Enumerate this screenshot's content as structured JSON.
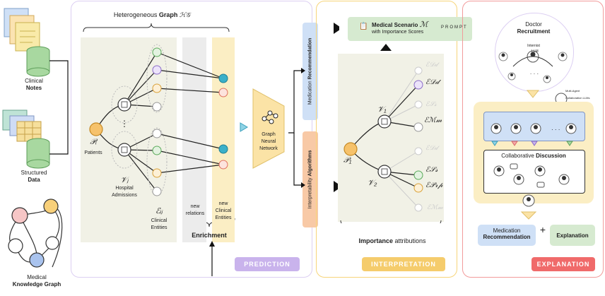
{
  "inputs": {
    "clinical_notes": {
      "line1": "Clinical",
      "line2": "Notes"
    },
    "structured_data": {
      "line1": "Structured",
      "line2": "Data"
    },
    "knowledge_graph": {
      "line1": "Medical",
      "line2": "Knowledge Graph"
    }
  },
  "prediction": {
    "title_prefix": "Heterogeneous ",
    "title_bold": "Graph",
    "title_math": " ℋ𝒢",
    "patients_symbol": "𝒫ᵢ",
    "patients_label": "Patients",
    "admissions_symbol": "𝒱ⱼ",
    "admissions_label": "Hospital Admissions",
    "entities_symbol": "ℰᵢⱼ",
    "entities_label": "Clinical Entities",
    "new_relations": "new relations",
    "new_entities": "new Clinical Entities",
    "enrichment": "Enrichment",
    "gnn_label": "Graph Neural Network",
    "dots": "⋮",
    "tag": "PREDICTION",
    "tag_color": "#c9b3ec"
  },
  "side_boxes": {
    "medication_prefix": "Medication ",
    "medication_bold": "Recommendation",
    "interpretability_prefix": "Interpretability ",
    "interpretability_bold": "Algorithms"
  },
  "interpretation": {
    "scenario_bold": "Medical Scenario ",
    "scenario_math": "ℳ",
    "scenario_sub": "with Importance Scores",
    "prompt": "PROMPT",
    "p1": "𝒫₁",
    "v1": "𝒱₁",
    "v2": "𝒱₂",
    "e_dd": "ℰ𝒟𝒹",
    "e_mm": "ℰℳ𝓂",
    "e_ss": "ℰ𝒮𝓈",
    "e_prp": "ℰ𝒫𝓇𝓅",
    "faded_1": "ℰ𝒟𝒹",
    "faded_2": "ℰ𝒮𝓈",
    "faded_3": "ℰ𝒟𝒹",
    "faded_4": "ℰℳ𝓂",
    "importance_bold": "Importance",
    "importance_rest": " attributions",
    "tag": "INTERPRETATION",
    "tag_color": "#f5cc6c"
  },
  "explanation": {
    "doctor": "Doctor",
    "recruitment": "Recruitment",
    "internist": "Internist",
    "llm": "LLM",
    "multi_agent": "Multi-Agent Collaboration LLMs",
    "dots": "· · ·",
    "collab_prefix": "Collaborative ",
    "collab_bold": "Discussion",
    "med_rec_line1": "Medication",
    "med_rec_line2": "Recommendation",
    "plus": "+",
    "explanation_box": "Explanation",
    "tag": "EXPLANATION",
    "tag_color": "#f06a6a"
  },
  "colors": {
    "prediction_border": "#dccff2",
    "interpretation_border": "#f7d57a",
    "explanation_border": "#f29b9b",
    "graph_bg": "#f1f1e6",
    "enrich_bg": "#fbeec4",
    "node_green": "#8fcf8f",
    "node_purple": "#b49be0",
    "node_orange": "#f6c26b",
    "node_teal": "#3bb0c9",
    "node_red": "#ec8a7e"
  }
}
